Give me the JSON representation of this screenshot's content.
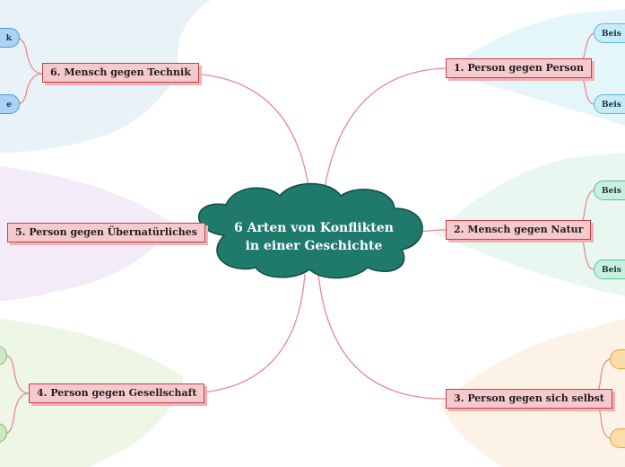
{
  "center": {
    "line1": "6 Arten von Konflikten",
    "line2": "in einer Geschichte"
  },
  "topics": {
    "t1": "1. Person gegen Person",
    "t2": "2. Mensch gegen Natur",
    "t3": "3. Person gegen sich selbst",
    "t4": "4. Person gegen Gesellschaft",
    "t5": "5. Person gegen Übernatürliches",
    "t6": "6. Mensch gegen Technik"
  },
  "leaves": {
    "t1a": "Beis",
    "t1b": "Beis",
    "t2a": "Beis",
    "t2b": "Beis",
    "t6a": "k",
    "t6b": "e"
  },
  "colors": {
    "center_fill": "#1f7a6b",
    "topic_fill": "#f6c9cc",
    "topic_border": "#c2414b",
    "connector": "#e98a92"
  }
}
